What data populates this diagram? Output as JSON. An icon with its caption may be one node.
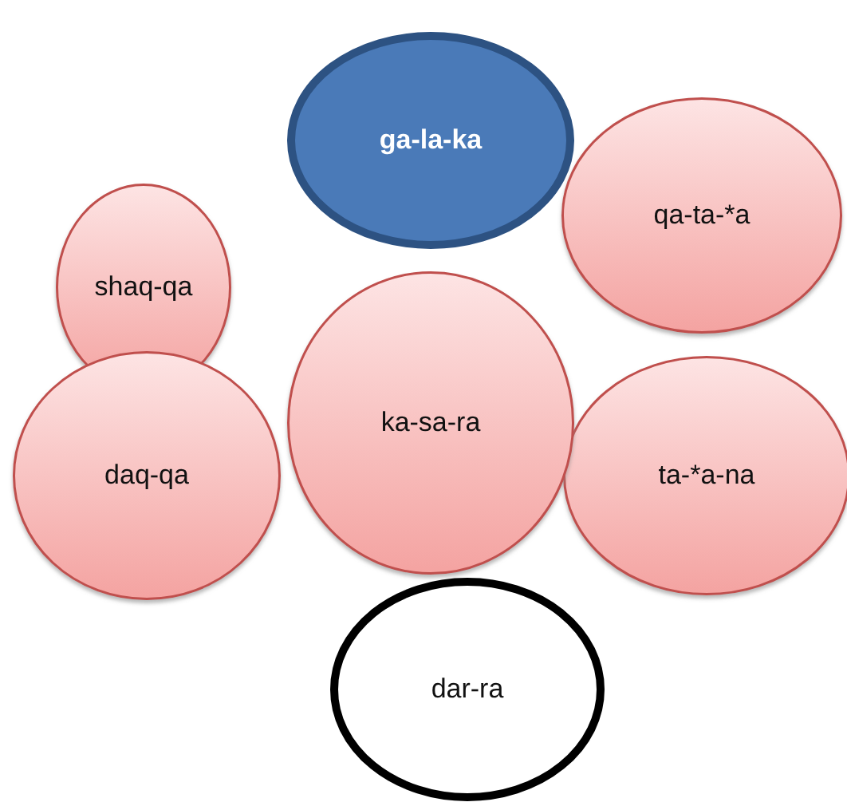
{
  "diagram": {
    "nodes": [
      {
        "text": [
          "ga-la-ka"
        ]
      },
      {
        "text": [
          "qa-ta-*a"
        ]
      },
      {
        "text": [
          "shaq-qa"
        ]
      },
      {
        "text": [
          "ka-sa-ra"
        ]
      },
      {
        "text": [
          "daq-qa"
        ]
      },
      {
        "text": [
          "ta-*a-na"
        ]
      },
      {
        "text": [
          "dar-ra"
        ]
      }
    ]
  }
}
